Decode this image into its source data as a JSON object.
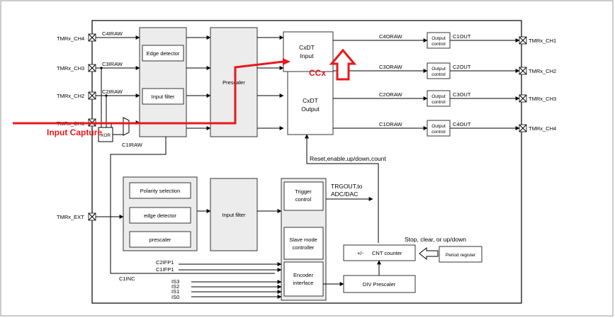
{
  "pins": {
    "ch4": "TMRx_CH4",
    "ch3": "TMRx_CH3",
    "ch2": "TMRx_CH2",
    "ch1": "TMRx_CH1",
    "ext": "TMRx_EXT",
    "out1": "TMRx_CH1",
    "out2": "TMRx_CH2",
    "out3": "TMRx_CH3",
    "out4": "TMRx_CH4"
  },
  "signals": {
    "c4iraw": "C4IRAW",
    "c3iraw": "C3IRAW",
    "c2iraw": "C2IRAW",
    "c1iraw": "C1IRAW",
    "c4oraw": "C4ORAW",
    "c3oraw": "C3ORAW",
    "c2oraw": "C2ORAW",
    "c1oraw": "C1ORAW",
    "c1out": "C1OUT",
    "c2out": "C2OUT",
    "c3out": "C3OUT",
    "c4out": "C4OUT",
    "xor": "XOR",
    "c1inc": "C1INC",
    "c2ifp1": "C2IFP1",
    "c1ifp1": "C1IFP1",
    "is3": "IS3",
    "is2": "IS2",
    "is1": "IS1",
    "is0": "IS0",
    "reset": "Reset,enable,up/down,count",
    "trgout1": "TRGOUT,to",
    "trgout2": "ADC/DAC",
    "stop": "Stop, clear, or up/down"
  },
  "blocks": {
    "edge_detector": "Edge detector",
    "input_filter": "Input filter",
    "prescaler": "Prescaler",
    "cxdt_input_1": "CxDT",
    "cxdt_input_2": "Input",
    "cxdt_output_1": "CxDT",
    "cxdt_output_2": "Output",
    "output_control_1": "Output",
    "output_control_2": "control",
    "polarity": "Polarity selection",
    "edge_detector2": "edge detector",
    "prescaler2": "prescaler",
    "input_filter2": "Input filter",
    "trigger_1": "Trigger",
    "trigger_2": "control",
    "slave_1": "Slave mode",
    "slave_2": "controller",
    "encoder_1": "Encoder",
    "encoder_2": "interface",
    "cnt_sign": "+/-",
    "cnt_label": "CNT counter",
    "period": "Period register",
    "div_prescaler": "DIV Prescaler"
  },
  "annotations": {
    "input_capture": "Input Capture",
    "ccx": "CCx"
  },
  "colors": {
    "accent": "#e8181c",
    "block_fill": "#ececec",
    "line": "#000000"
  }
}
